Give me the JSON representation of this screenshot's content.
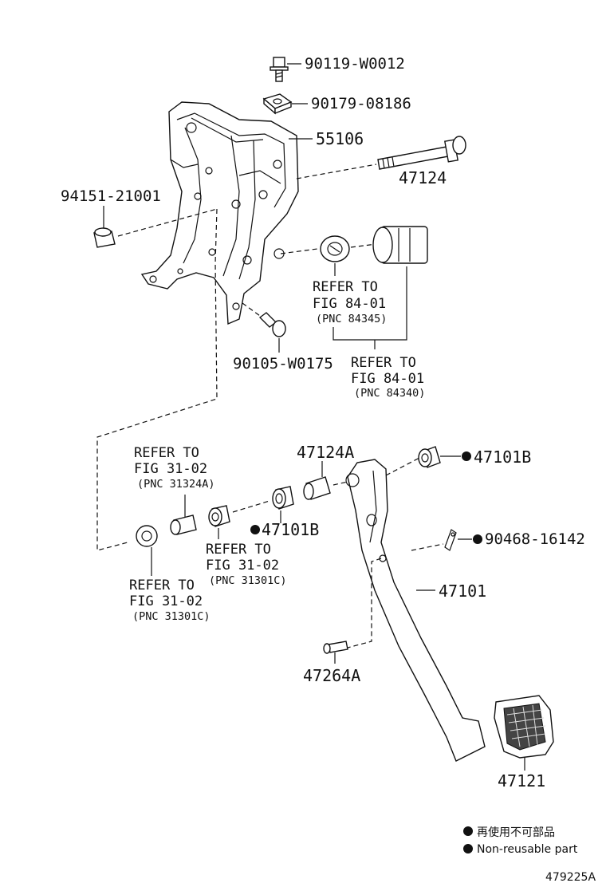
{
  "parts": {
    "p90119": "90119-W0012",
    "p90179": "90179-08186",
    "p55106": "55106",
    "p47124": "47124",
    "p94151": "94151-21001",
    "p90105": "90105-W0175",
    "p47124A": "47124A",
    "p47101B_right": "47101B",
    "p47101B_left": "47101B",
    "p90468": "90468-16142",
    "p47101": "47101",
    "p47264A": "47264A",
    "p47121": "47121"
  },
  "refs": {
    "r84345": {
      "line1": "REFER TO",
      "line2": "FIG 84-01",
      "line3": "(PNC 84345)"
    },
    "r84340": {
      "line1": "REFER TO",
      "line2": "FIG 84-01",
      "line3": "(PNC 84340)"
    },
    "r31324A": {
      "line1": "REFER TO",
      "line2": "FIG 31-02",
      "line3": "(PNC 31324A)"
    },
    "r31301C_mid": {
      "line1": "REFER TO",
      "line2": "FIG 31-02",
      "line3": "(PNC 31301C)"
    },
    "r31301C_left": {
      "line1": "REFER TO",
      "line2": "FIG 31-02",
      "line3": "(PNC 31301C)"
    }
  },
  "legend": {
    "jp": "再使用不可部品",
    "en": "Non-reusable part"
  },
  "figure_number": "479225A"
}
